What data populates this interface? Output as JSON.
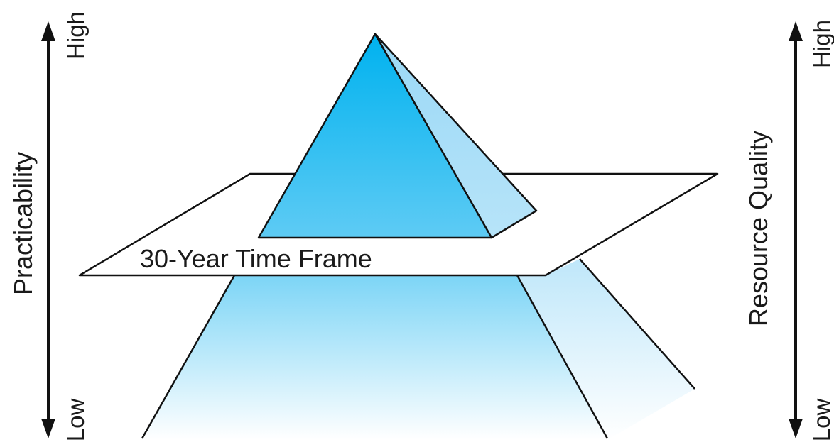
{
  "left_axis": {
    "label": "Practicability",
    "high": "High",
    "low": "Low"
  },
  "right_axis": {
    "label": "Resource Quality",
    "high": "High",
    "low": "Low"
  },
  "plane": {
    "label": "30-Year Time Frame"
  },
  "colors": {
    "apex": "#00b2ef",
    "front_mid": "#5ecbf4",
    "right_face": "#a6dcf7",
    "base_fade": "#ffffff",
    "outline": "#111111"
  }
}
